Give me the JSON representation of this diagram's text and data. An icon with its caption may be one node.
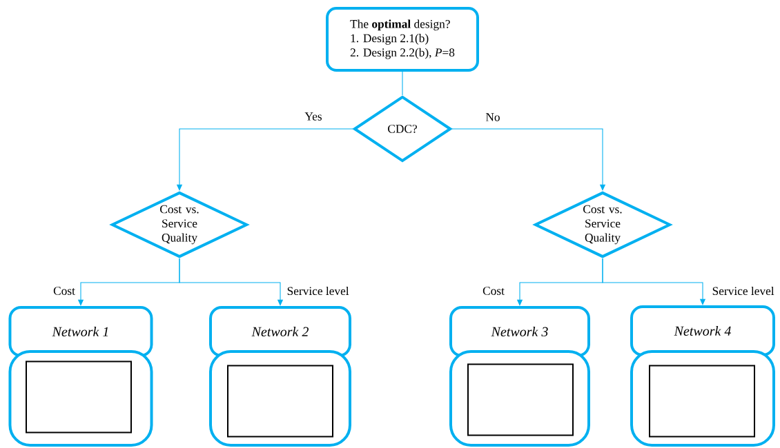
{
  "diagram": {
    "nodes": [
      {
        "text": [
          "The **optimal** design?",
          "1. Design 2.1(b)",
          "2. Design 2.2(b), *P*=8"
        ]
      },
      {
        "text": [
          "CDC?"
        ]
      },
      {
        "text": [
          "Cost vs. Service Quality"
        ]
      },
      {
        "text": [
          "Cost vs. Service Quality"
        ]
      },
      {
        "text": [
          "Network 1"
        ]
      },
      {
        "text": [
          "Network 2"
        ]
      },
      {
        "text": [
          "Network 3"
        ]
      },
      {
        "text": [
          "Network 4"
        ]
      },
      {
        "text": [],
        "shape": "box"
      },
      {
        "text": [],
        "shape": "box"
      },
      {
        "text": [],
        "shape": "box"
      },
      {
        "text": [],
        "shape": "box"
      },
      {
        "text": [],
        "shape": "box",
        "in": 8
      },
      {
        "text": [],
        "shape": "box",
        "in": 9
      },
      {
        "text": [],
        "shape": "box",
        "in": 10
      },
      {
        "text": [],
        "shape": "box",
        "in": 11
      }
    ],
    "edges": [
      {
        "from": 0,
        "to": 1,
        "arrow": "none"
      },
      {
        "from": 1,
        "to": 2,
        "arrow": "to",
        "label": "Yes"
      },
      {
        "from": 1,
        "to": 3,
        "arrow": "to",
        "label": "No"
      },
      {
        "from": 2,
        "to": 4,
        "arrow": "to",
        "label": "Cost"
      },
      {
        "from": 2,
        "to": 5,
        "arrow": "to",
        "label": "Service level"
      },
      {
        "from": 3,
        "to": 6,
        "arrow": "to",
        "label": "Cost"
      },
      {
        "from": 3,
        "to": 7,
        "arrow": "to",
        "label": "Service level"
      }
    ]
  }
}
